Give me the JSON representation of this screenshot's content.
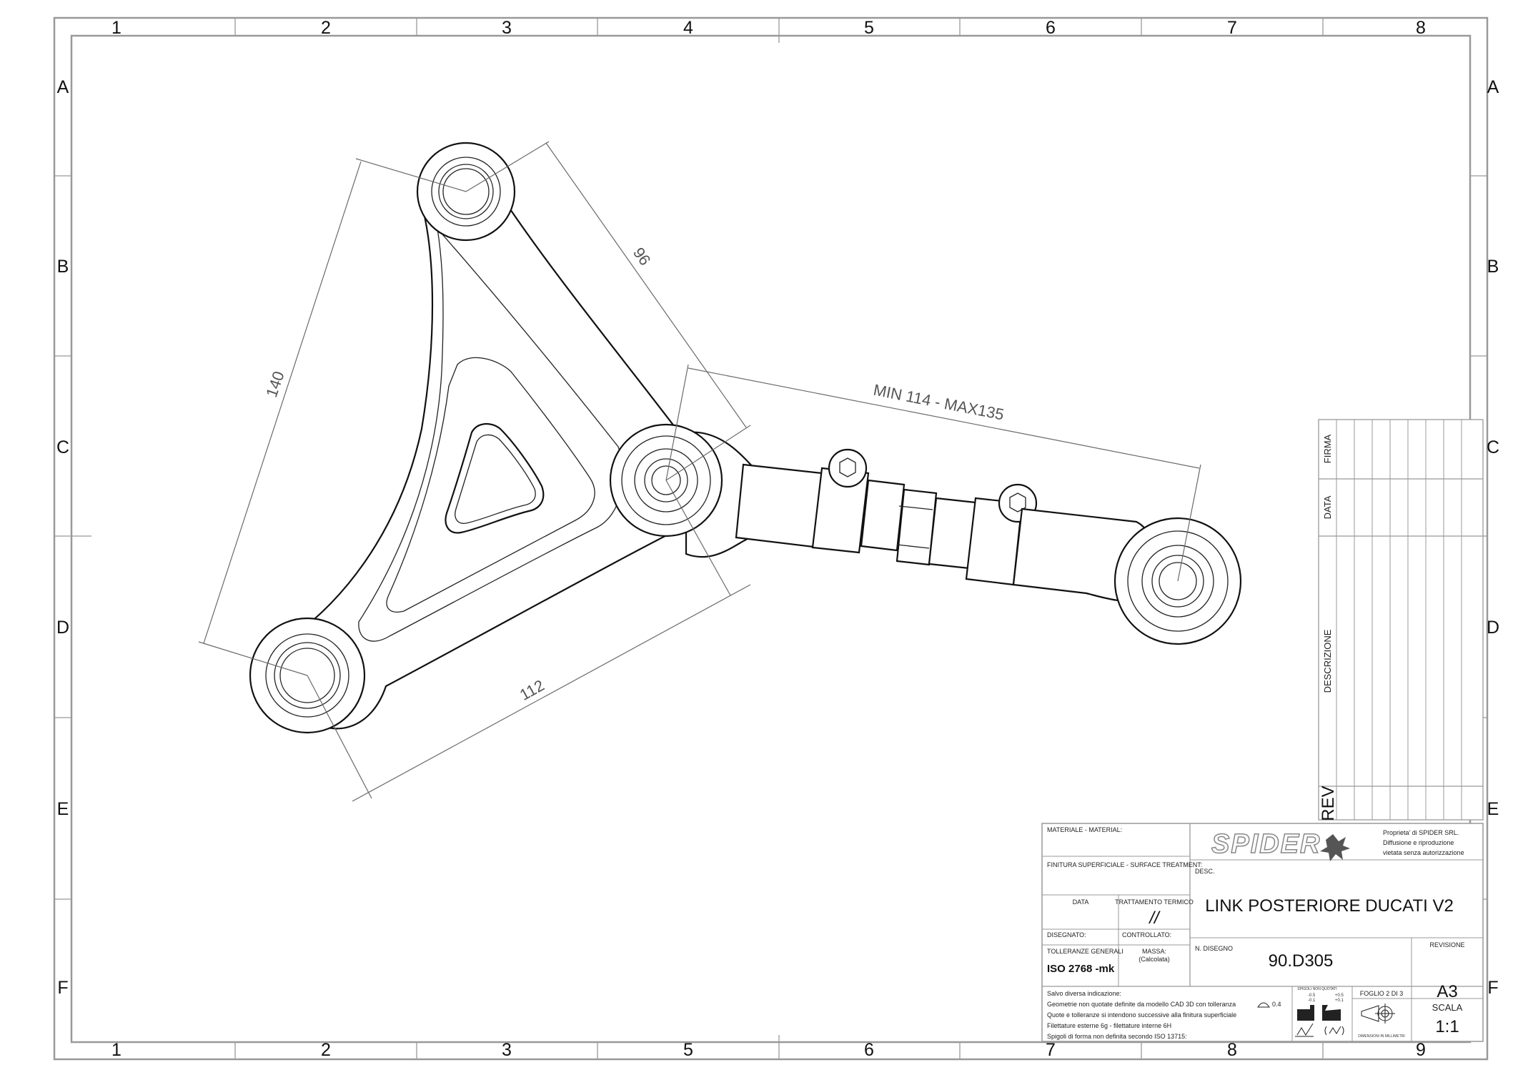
{
  "sheet": {
    "zone_columns_top": [
      "1",
      "2",
      "3",
      "4",
      "5",
      "6",
      "7",
      "8"
    ],
    "zone_columns_bottom": [
      "1",
      "2",
      "3",
      "5",
      "6",
      "7",
      "8",
      "9"
    ],
    "zone_rows": [
      "A",
      "B",
      "C",
      "D",
      "E",
      "F"
    ]
  },
  "dimensions": {
    "d140": "140",
    "d96": "96",
    "d112": "112",
    "d_adjust": "MIN 114 - MAX135"
  },
  "revision_table": {
    "firma": "FIRMA",
    "data": "DATA",
    "descrizione": "DESCRIZIONE",
    "rev": "REV"
  },
  "title_block": {
    "materiale": "MATERIALE - MATERIAL:",
    "finitura": "FINITURA SUPERFICIALE - SURFACE TREATMENT:",
    "logo": "SPIDER",
    "proprieta": [
      "Proprieta' di SPIDER SRL.",
      "Diffusione e riproduzione",
      "vietata senza autorizzazione"
    ],
    "desc_label": "DESC.",
    "description": "LINK POSTERIORE DUCATI V2",
    "data_label": "DATA",
    "trattamento_label": "TRATTAMENTO TERMICO",
    "trattamento_value": "//",
    "disegnato_label": "DISEGNATO:",
    "controllato_label": "CONTROLLATO:",
    "tolleranze_label": "TOLLERANZE GENERALI",
    "tolleranze_value": "ISO 2768 -mk",
    "massa_label": "MASSA:",
    "massa_sub": "(Calcolata)",
    "n_disegno_label": "N. DISEGNO",
    "n_disegno": "90.D305",
    "revisione_label": "REVISIONE",
    "notes": [
      "Salvo diversa indicazione:",
      "Geometrie non quotate definite da modello CAD 3D con tolleranza",
      "Quote e tolleranze si intendono successive alla finitura superficiale",
      "Filettature esterne 6g - filettature interne 6H",
      "Spigoli di forma non definita secondo ISO 13715:"
    ],
    "cad_tolerance": "0.4",
    "spigoli_label": "SPIGOLI NON QUOTATI",
    "spigoli_values": [
      "-0.5",
      "-0.1",
      "+0.5",
      "+0.1"
    ],
    "foglio": "FOGLIO 2 DI 3",
    "formato": "A3",
    "scala_label": "SCALA",
    "scala": "1:1",
    "proiezione_label": "DIMENSIONI IN MILLIMETRI"
  }
}
